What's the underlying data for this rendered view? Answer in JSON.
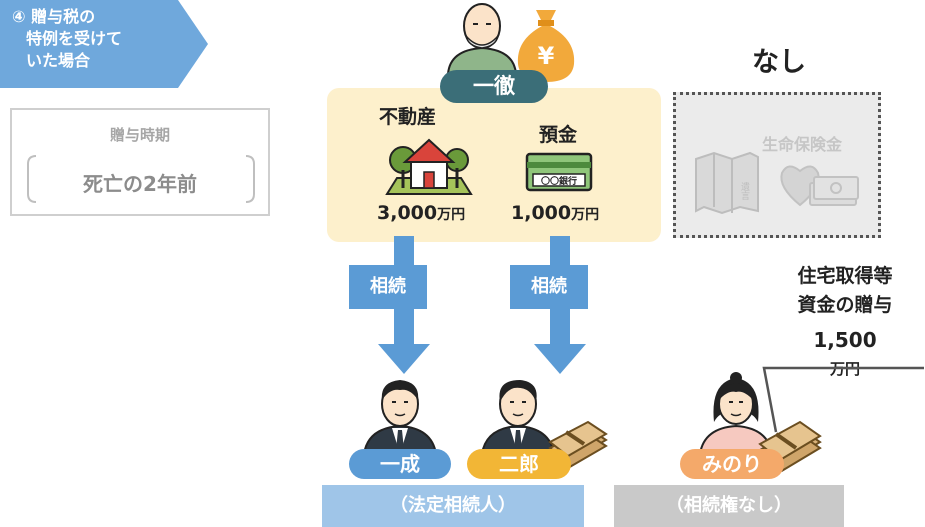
{
  "scenario": {
    "lines": [
      "④ 贈与税の",
      "特例を受けて",
      "いた場合"
    ],
    "color": "#6fa8dc"
  },
  "gift_timing": {
    "label": "贈与時期",
    "value": "死亡の2年前"
  },
  "decedent": {
    "name": "一徹",
    "color": "#3b6e78"
  },
  "money_bag": {
    "symbol": "¥",
    "icon": "money-bag-icon"
  },
  "estate": {
    "real_estate": {
      "title": "不動産",
      "amount": "3,000",
      "unit": "万円",
      "icon": "house-icon"
    },
    "deposit": {
      "title": "預金",
      "amount": "1,000",
      "unit": "万円",
      "icon": "bankbook-icon",
      "bank_text": "〇〇銀行"
    }
  },
  "no_asset": {
    "label": "なし",
    "insurance_label": "生命保険金",
    "will_text": "遺言"
  },
  "arrows": [
    {
      "label": "相続"
    },
    {
      "label": "相続"
    }
  ],
  "housing_gift": {
    "lines": [
      "住宅取得等",
      "資金の贈与"
    ],
    "amount": "1,500",
    "unit": "万円"
  },
  "heirs": [
    {
      "name": "一成",
      "color": "#5b9bd5"
    },
    {
      "name": "二郎",
      "color": "#f2b636"
    },
    {
      "name": "みのり",
      "color": "#f4a96a"
    }
  ],
  "status": {
    "legal_heirs": "（法定相続人）",
    "no_rights": "（相続権なし）"
  }
}
